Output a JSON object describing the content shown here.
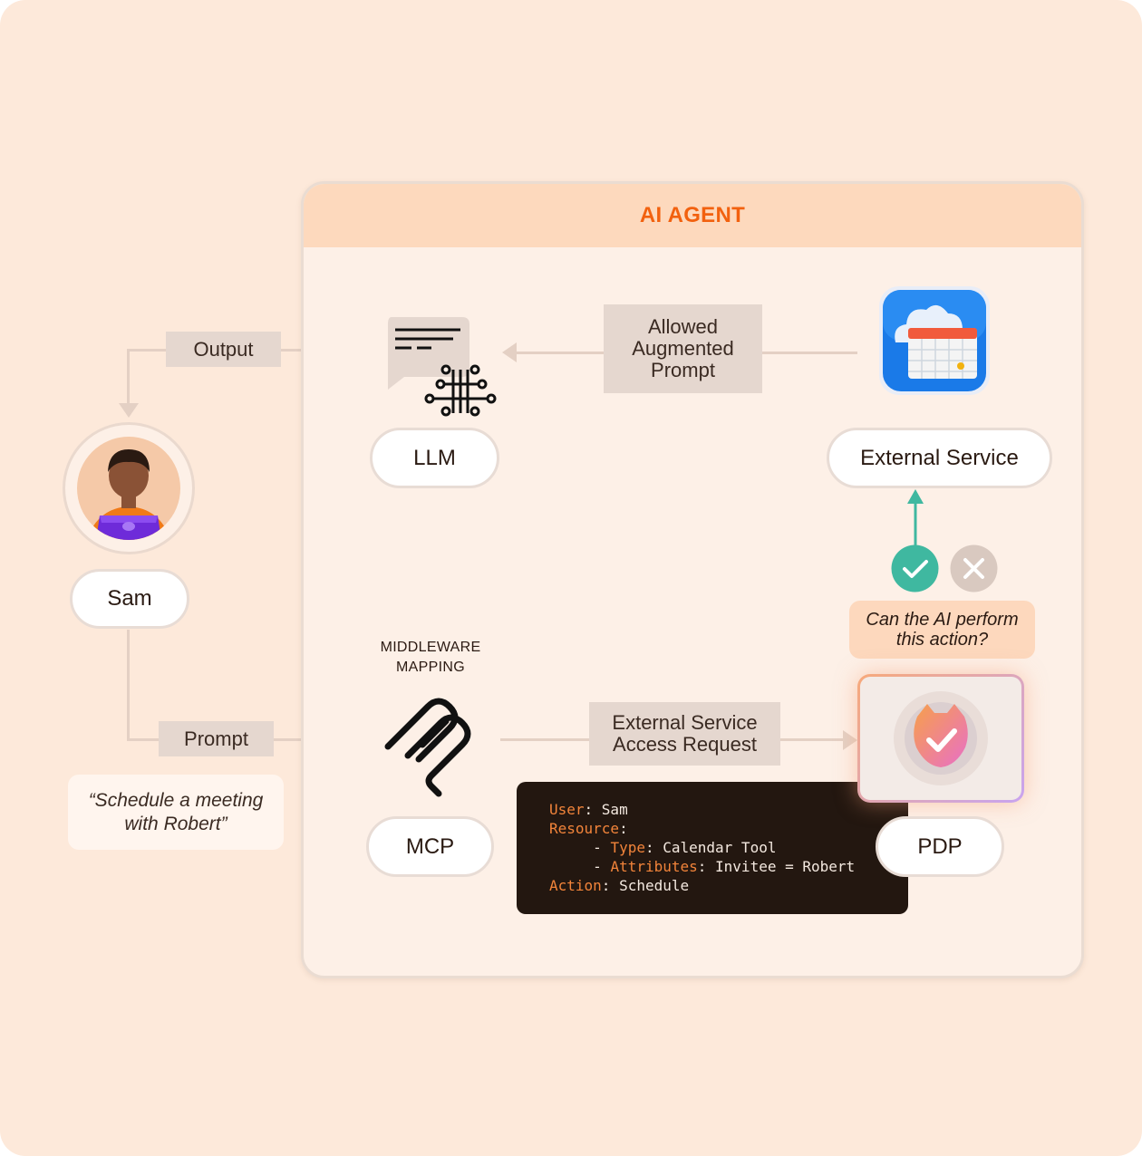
{
  "agent": {
    "title": "AI AGENT"
  },
  "nodes": {
    "llm": "LLM",
    "external_service": "External Service",
    "sam": "Sam",
    "mcp": "MCP",
    "pdp": "PDP"
  },
  "tags": {
    "output": "Output",
    "prompt": "Prompt",
    "allowed_line1": "Allowed",
    "allowed_line2": "Augmented",
    "allowed_line3": "Prompt",
    "request_line1": "External Service",
    "request_line2": "Access Request"
  },
  "quote": {
    "line1": "“Schedule a meeting",
    "line2": "with Robert”"
  },
  "question": {
    "line1": "Can the AI perform",
    "line2": "this action?"
  },
  "middleware": {
    "line1": "MIDDLEWARE",
    "line2": "MAPPING"
  },
  "code": {
    "user_key": "User",
    "user_val": "Sam",
    "resource_key": "Resource",
    "type_key": "Type",
    "type_val": "Calendar Tool",
    "attributes_key": "Attributes",
    "attributes_val": "Invitee = Robert",
    "action_key": "Action",
    "action_val": "Schedule"
  },
  "colors": {
    "accent": "#f2610f",
    "approve": "#3fb8a0",
    "deny": "#d9c9c0",
    "background": "#fde9da"
  },
  "icons": [
    "llm-chat-chip-icon",
    "calendar-cloud-icon",
    "mcp-logo-icon",
    "pdp-shield-check-icon",
    "checkmark-icon",
    "close-icon",
    "user-avatar-icon"
  ]
}
